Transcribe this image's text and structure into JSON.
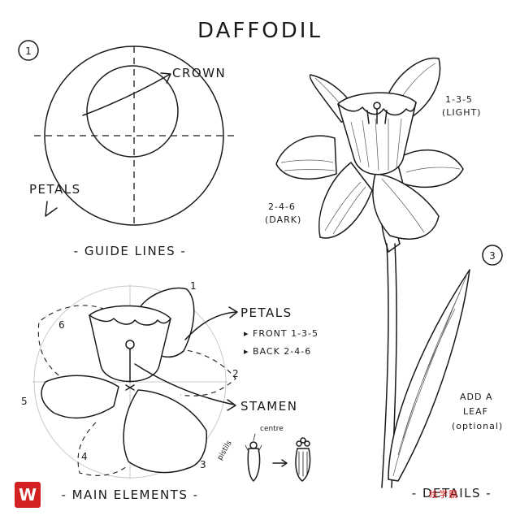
{
  "title": "DAFFODIL",
  "step1": {
    "number": "1",
    "crown_label": "CROWN",
    "petals_label": "PETALS",
    "caption": "- GUIDE LINES -"
  },
  "step2": {
    "petals_heading": "PETALS",
    "front_line": "▸ FRONT 1-3-5",
    "back_line": "▸ BACK 2-4-6",
    "stamen_heading": "STAMEN",
    "pistils_label": "pistils",
    "centre_label": "centre",
    "petal_numbers": [
      "1",
      "2",
      "3",
      "4",
      "5",
      "6"
    ],
    "caption": "- MAIN ELEMENTS -"
  },
  "step3": {
    "number": "3",
    "light_line1": "1-3-5",
    "light_line2": "(LIGHT)",
    "dark_line1": "2-4-6",
    "dark_line2": "(DARK)",
    "leaf_line1": "ADD A",
    "leaf_line2": "LEAF",
    "leaf_line3": "(optional)",
    "caption": "- DETAILS -"
  },
  "branding": {
    "logo_letter": "W",
    "watermark": "绘学霸",
    "logo_color": "#d32020"
  }
}
